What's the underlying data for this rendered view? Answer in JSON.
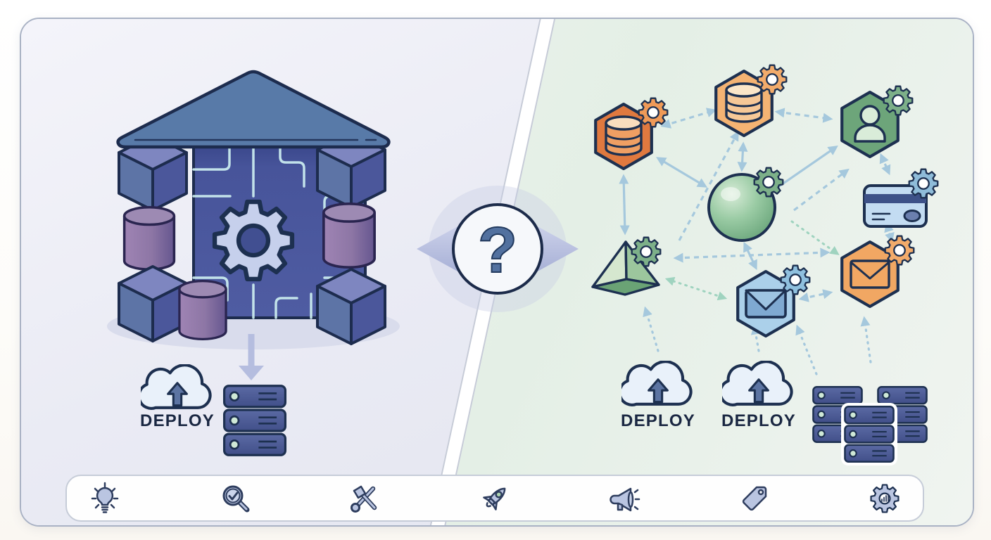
{
  "scene": {
    "type": "monolith-vs-microservices-illustration",
    "question_mark": "?",
    "monolith": {
      "deploy_label": "DEPLOY",
      "elements": [
        "temple-roof",
        "module-cubes",
        "database-cylinders",
        "core-gear",
        "circuit-traces",
        "deploy-cloud",
        "server-stack"
      ]
    },
    "microservices": {
      "deploy_labels": [
        "DEPLOY",
        "DEPLOY"
      ],
      "services": [
        "database-service-orange",
        "database-service-amber",
        "user-service-green",
        "core-sphere-service",
        "payment-card-service",
        "pyramid-service",
        "mail-service-blue",
        "mail-service-orange"
      ],
      "server_stack_count": 3
    },
    "toolbar": {
      "icons": [
        "lightbulb",
        "search-check",
        "hammer-wrench",
        "rocket",
        "megaphone",
        "price-tag",
        "gear-analytics"
      ]
    },
    "colors": {
      "outline_navy": "#1d3050",
      "monolith_roof": "#587aa8",
      "monolith_body": "#4a579c",
      "module_cube": "#5d74a6",
      "database_purple": "#8d7aa6",
      "circuit_cyan": "#cdeff1",
      "gear_periwinkle": "#c6d0ec",
      "service_orange": "#e0793f",
      "service_amber": "#f4b373",
      "service_green": "#6da57a",
      "sphere_green": "#8cc29b",
      "service_blue": "#abd0ea",
      "payment_card_blue": "#c3dcf2",
      "arrow_blue": "#a5c8dd",
      "arrow_teal": "#9fd3bf",
      "panel_left_lavender": "#eaebf4",
      "panel_right_green": "#e8f1e9",
      "toolbar_icon": "#bac5e1",
      "deploy_text": "#1a2742"
    }
  }
}
